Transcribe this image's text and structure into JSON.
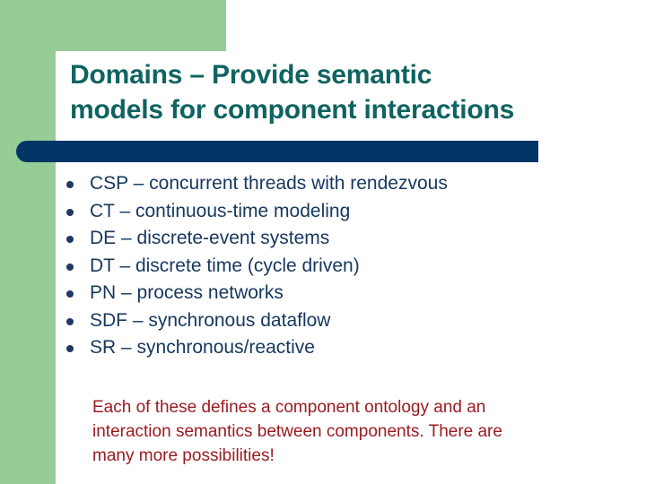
{
  "slide": {
    "title_lines": [
      "Domains – Provide semantic",
      "models for component interactions"
    ],
    "bullets": [
      {
        "label": "CSP – concurrent threads with rendezvous"
      },
      {
        "label": "CT – continuous-time modeling"
      },
      {
        "label": "DE – discrete-event systems"
      },
      {
        "label": "DT – discrete time (cycle driven)"
      },
      {
        "label": "PN – process networks"
      },
      {
        "label": "SDF – synchronous dataflow"
      },
      {
        "label": "SR – synchronous/reactive"
      }
    ],
    "note_lines": [
      "Each of these defines a component ontology and an",
      "interaction semantics between components. There are",
      "many more possibilities!"
    ],
    "colors": {
      "accent_green": "#96cc96",
      "title_teal": "#0f6360",
      "rule_navy": "#033567",
      "bullet_navy": "#1f3864",
      "body_navy": "#17375e",
      "note_red": "#9b1b20",
      "background": "#ffffff"
    }
  }
}
